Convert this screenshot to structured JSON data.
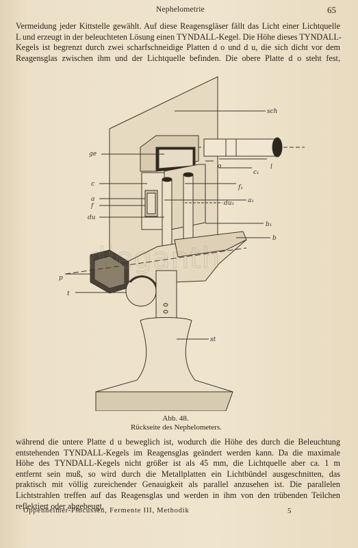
{
  "header": {
    "title": "Nephelometrie",
    "page_number": "65"
  },
  "para1": {
    "lines": [
      "Vermeidung jeder Kittstelle gewählt. Auf diese Reagensgläser fällt das Licht einer Lichtquelle",
      "L und erzeugt in der beleuchteten Lösung einen TYNDALL-Kegel. Die Höhe dieses TYNDALL-",
      "Kegels ist begrenzt durch zwei scharfschneidige Platten d o und d u, die sich dicht vor dem",
      "Reagensglas zwischen ihm und der Lichtquelle befinden. Die obere Platte d o steht fest,"
    ]
  },
  "figure": {
    "labels": {
      "sch": "sch",
      "ge": "ge",
      "o": "o",
      "l": "l",
      "c1": "c₁",
      "c": "c",
      "f1": "f₁",
      "a": "a",
      "f": "f",
      "du1": "du₁",
      "a1": "a₁",
      "du": "du",
      "b1": "b₁",
      "b": "b",
      "p": "p",
      "t": "t",
      "st": "st"
    },
    "caption_title": "Abb. 48.",
    "caption_text": "Rückseite des Nephelometers."
  },
  "watermark": "dieganth",
  "para2": {
    "lines": [
      "während die untere Platte d u beweglich ist, wodurch die Höhe des durch die Beleuchtung",
      "entstehenden TYNDALL-Kegels im Reagensglas geändert werden kann. Da die maximale",
      "Höhe des TYNDALL-Kegels nicht größer ist als 45 mm, die Lichtquelle aber ca. 1 m",
      "entfernt sein muß, so wird durch die Metallplatten ein Lichtbündel ausgeschnitten, das",
      "praktisch mit völlig zureichender Genauigkeit als parallel anzusehen ist. Die parallelen",
      "Lichtstrahlen treffen auf das Reagensglas und werden in ihm von den trübenden Teilchen",
      "reflektiert oder abgebeugt."
    ]
  },
  "footer": {
    "text": "Oppenheimer-Pincussen, Fermente III, Methodik",
    "signature": "5"
  }
}
